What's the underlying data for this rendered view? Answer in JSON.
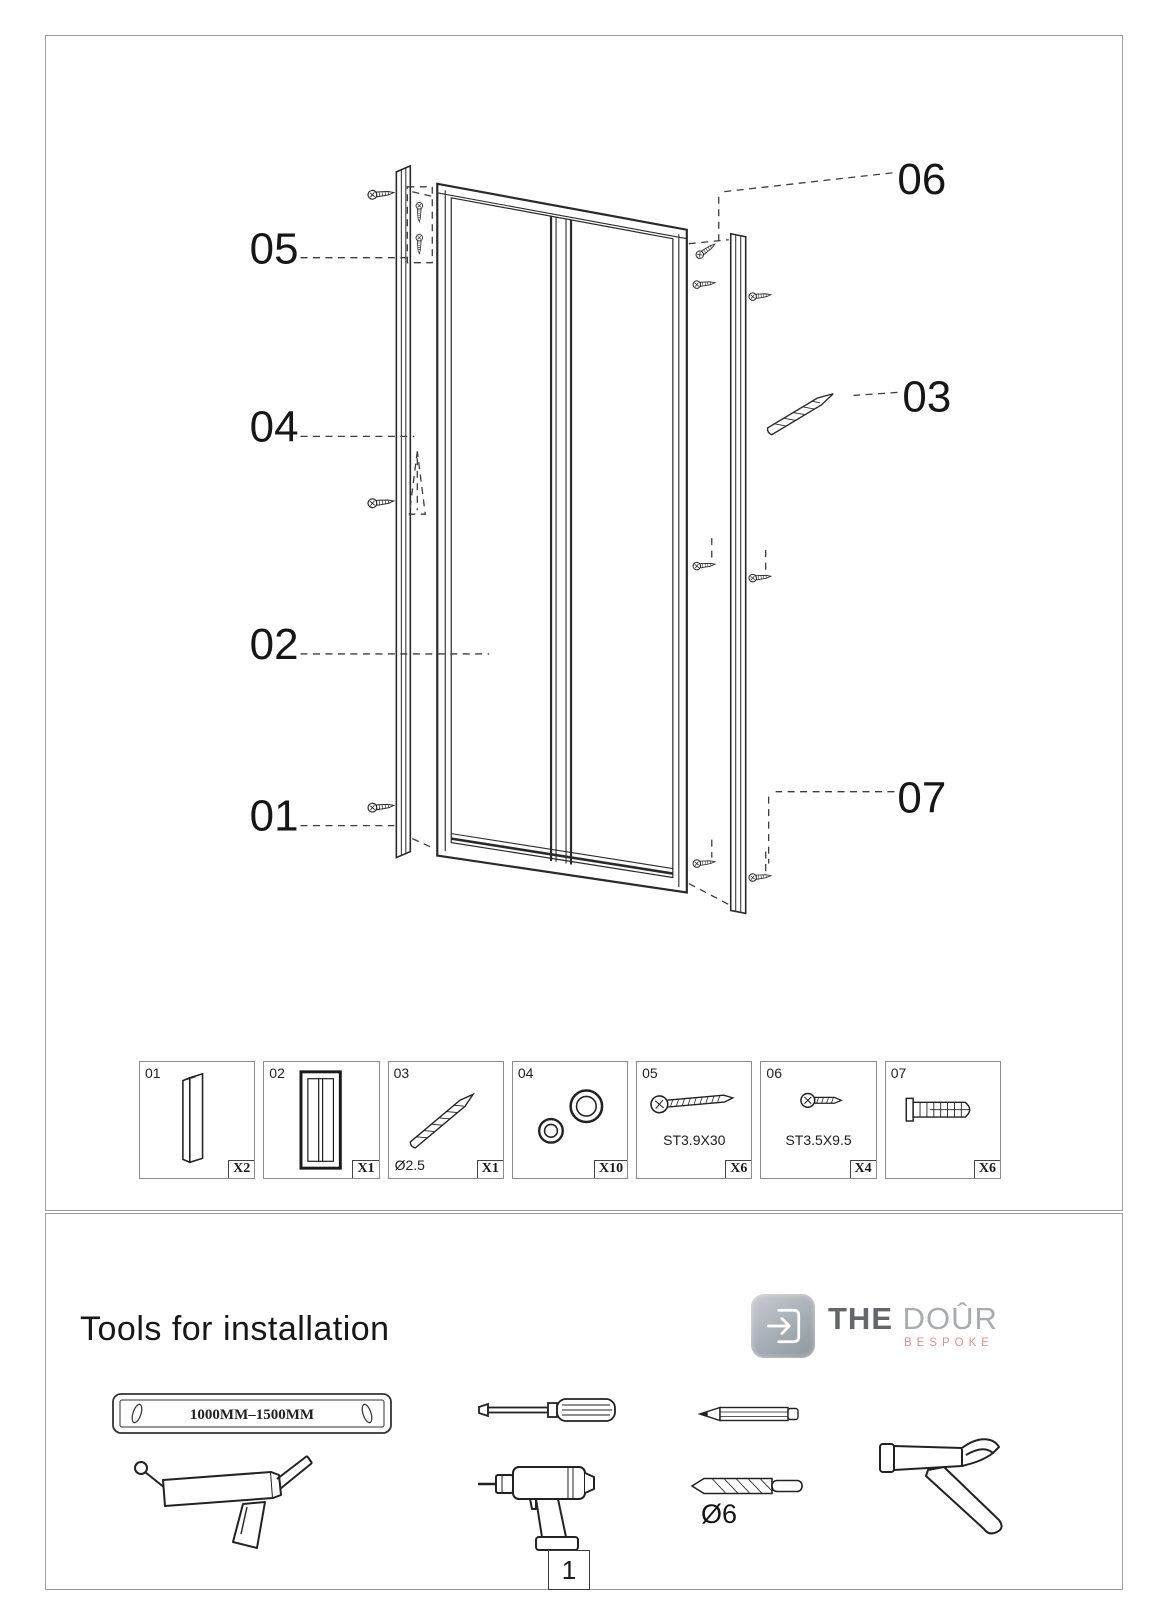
{
  "page": {
    "number": "1"
  },
  "exploded": {
    "labels": [
      "05",
      "04",
      "02",
      "01",
      "06",
      "03",
      "07"
    ]
  },
  "parts": [
    {
      "id": "01",
      "note": "",
      "qty": "X2"
    },
    {
      "id": "02",
      "note": "",
      "qty": "X1"
    },
    {
      "id": "03",
      "note": "Ø2.5",
      "qty": "X1"
    },
    {
      "id": "04",
      "note": "",
      "qty": "X10"
    },
    {
      "id": "05",
      "note": "ST3.9X30",
      "qty": "X6"
    },
    {
      "id": "06",
      "note": "ST3.5X9.5",
      "qty": "X4"
    },
    {
      "id": "07",
      "note": "",
      "qty": "X6"
    }
  ],
  "tools": {
    "title": "Tools for installation",
    "level_range": "1000MM–1500MM",
    "drill_bit_diameter": "Ø6",
    "items": [
      "spirit-level",
      "screwdriver",
      "pencil",
      "caulk-gun",
      "power-drill",
      "drill-bit",
      "hammer"
    ]
  },
  "brand": {
    "name_bold": "THE",
    "name_light": "DOÛR",
    "tagline": "BESPOKE",
    "tagline_color": "#dd9186",
    "icon_color": "#a7adb5"
  }
}
